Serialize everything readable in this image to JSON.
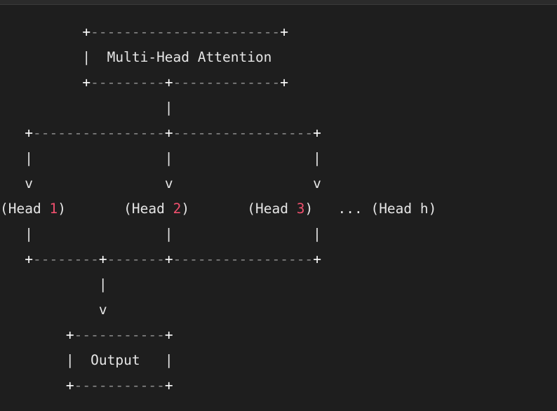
{
  "title_box": {
    "label": "Multi-Head Attention"
  },
  "heads": [
    {
      "prefix": "(Head ",
      "number": "1",
      "suffix": ")"
    },
    {
      "prefix": "(Head ",
      "number": "2",
      "suffix": ")"
    },
    {
      "prefix": "(Head ",
      "number": "3",
      "suffix": ")"
    }
  ],
  "extra_heads": {
    "ellipsis": "...",
    "label": "(Head h)"
  },
  "arrow_glyph": "v",
  "output_box": {
    "label": "Output"
  },
  "colors": {
    "background": "#1e1e1e",
    "text": "#e6e6e6",
    "border_dash": "#8a8a8a",
    "number_highlight": "#f0506e"
  }
}
